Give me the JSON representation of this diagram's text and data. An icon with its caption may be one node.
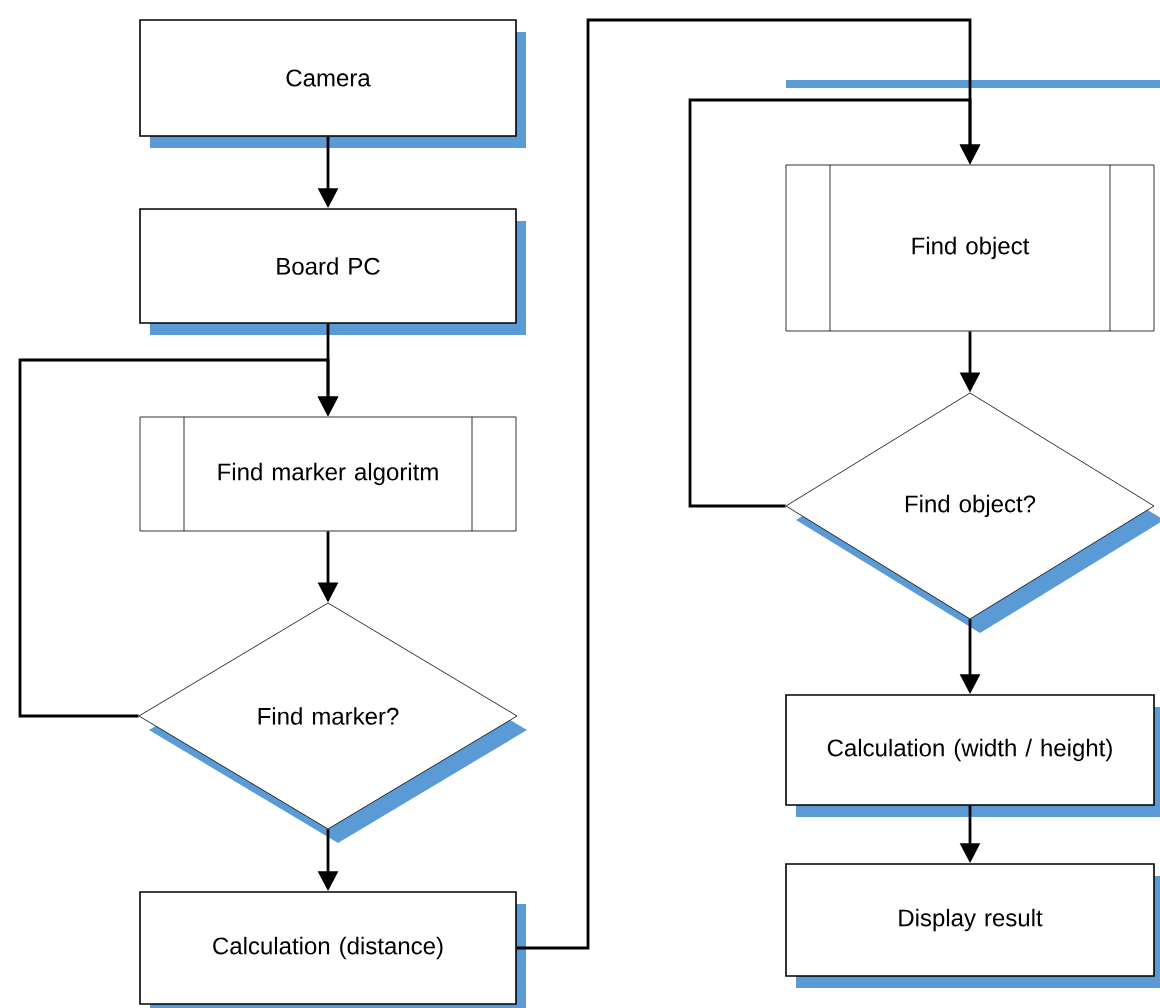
{
  "diagram": {
    "nodes": [
      {
        "text": [
          "Camera"
        ]
      },
      {
        "text": [
          "Board PC"
        ]
      },
      {
        "text": [
          "Find marker algoritm"
        ]
      },
      {
        "text": [
          "Find marker?"
        ]
      },
      {
        "text": [
          "Calculation (distance)"
        ]
      },
      {
        "text": [
          "Find object"
        ]
      },
      {
        "text": [
          "Find object?"
        ]
      },
      {
        "text": [
          "Calculation (width / height)"
        ]
      },
      {
        "text": [
          "Display result"
        ]
      }
    ],
    "edges": [
      {
        "from": 0,
        "to": 1,
        "arrow": "to"
      },
      {
        "from": 1,
        "to": 2,
        "arrow": "to"
      },
      {
        "from": 2,
        "to": 3,
        "arrow": "to"
      },
      {
        "from": 3,
        "to": 2,
        "arrow": "to"
      },
      {
        "from": 3,
        "to": 4,
        "arrow": "to"
      },
      {
        "from": 4,
        "to": 5,
        "arrow": "to"
      },
      {
        "from": 5,
        "to": 6,
        "arrow": "to"
      },
      {
        "from": 6,
        "to": 5,
        "arrow": "to"
      },
      {
        "from": 6,
        "to": 7,
        "arrow": "to"
      },
      {
        "from": 7,
        "to": 8,
        "arrow": "to"
      }
    ]
  }
}
